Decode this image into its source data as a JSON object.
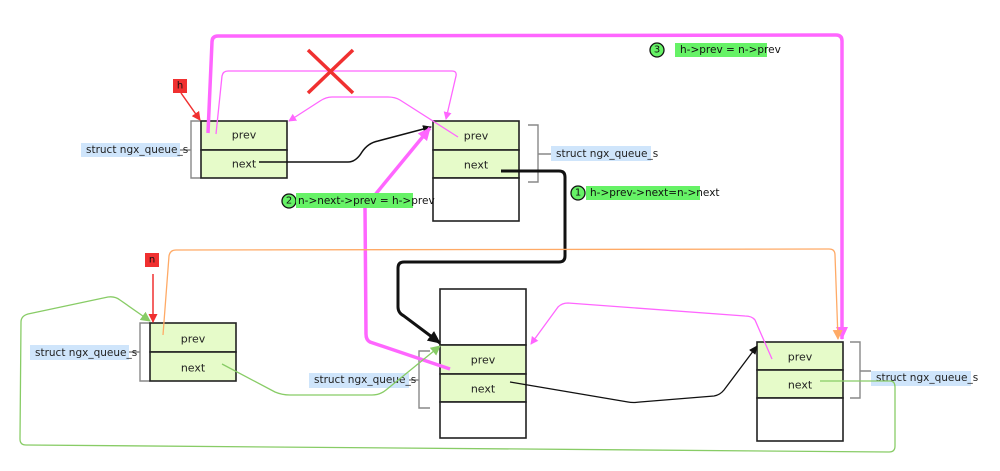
{
  "colors": {
    "field_fill": "#e6fbc9",
    "struct_label_bg": "#cfe5fb",
    "step_bg": "#66f266",
    "pointer_bg": "#f03030",
    "magenta": "#ff66ff",
    "orange": "#ffaa66",
    "green": "#88cc66",
    "black": "#111111"
  },
  "pointers": {
    "h": "h",
    "n": "n"
  },
  "struct_label": "struct ngx_queue_s",
  "fields": {
    "prev": "prev",
    "next": "next"
  },
  "nodes": [
    {
      "id": "h-node",
      "pointer": "h",
      "label": "struct ngx_queue_s",
      "fields": [
        "prev",
        "next"
      ]
    },
    {
      "id": "h-next-node",
      "label": "struct ngx_queue_s",
      "fields": [
        "prev",
        "next"
      ]
    },
    {
      "id": "n-node",
      "pointer": "n",
      "label": "struct ngx_queue_s",
      "fields": [
        "prev",
        "next"
      ]
    },
    {
      "id": "n-next-node",
      "label": "struct ngx_queue_s",
      "fields": [
        "prev",
        "next"
      ]
    },
    {
      "id": "n-prev-node",
      "label": "struct ngx_queue_s",
      "fields": [
        "prev",
        "next"
      ]
    }
  ],
  "steps": [
    {
      "num": "1",
      "text": "h->prev->next=n->next"
    },
    {
      "num": "2",
      "text": "n->next->prev = h->prev"
    },
    {
      "num": "3",
      "text": "h->prev = n->prev"
    }
  ],
  "removed_link_mark": "red-x"
}
